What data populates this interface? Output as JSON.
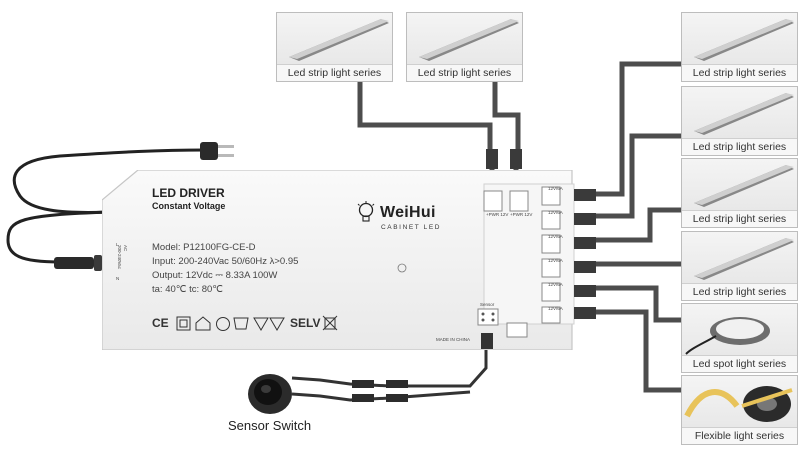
{
  "driver": {
    "title": "LED DRIVER",
    "subtitle": "Constant Voltage",
    "model": "Model: P12100FG-CE-D",
    "input": "Input: 200-240Vac  50/60Hz  λ>0.95",
    "output": "Output: 12Vdc ⎓ 8.33A  100W",
    "temps": "ta: 40℃  tc: 80℃",
    "made_in": "MADE IN CHINA",
    "sensor_port": "Sensor",
    "ac_label": "AC",
    "ac_range": "200-240Vac",
    "ac_l": "L",
    "ac_n": "N",
    "selv": "SELV",
    "ce": "CE",
    "port_marks": [
      "12V/6A",
      "12V/6A",
      "12V/6A",
      "12V/6A",
      "12V/6A",
      "12V/6A"
    ],
    "top_port_marks": [
      "+PWR 12V",
      "+PWR 12V"
    ]
  },
  "brand": {
    "name": "WeiHui",
    "tagline": "CABINET LED",
    "accent": "#222222"
  },
  "tiles_top": [
    {
      "caption": "Led strip light series",
      "kind": "strip"
    },
    {
      "caption": "Led strip light series",
      "kind": "strip"
    }
  ],
  "tiles_right": [
    {
      "caption": "Led strip light series",
      "kind": "strip"
    },
    {
      "caption": "Led strip light series",
      "kind": "strip"
    },
    {
      "caption": "Led strip light series",
      "kind": "strip"
    },
    {
      "caption": "Led strip light series",
      "kind": "strip"
    },
    {
      "caption": "Led spot light series",
      "kind": "spot"
    },
    {
      "caption": "Flexible light series",
      "kind": "flex"
    }
  ],
  "sensor": {
    "label": "Sensor Switch"
  },
  "colors": {
    "cable": "#555555",
    "cable_dark": "#333333",
    "driver_body": "#f2f2f2",
    "tile_border": "#bdbdbd"
  }
}
